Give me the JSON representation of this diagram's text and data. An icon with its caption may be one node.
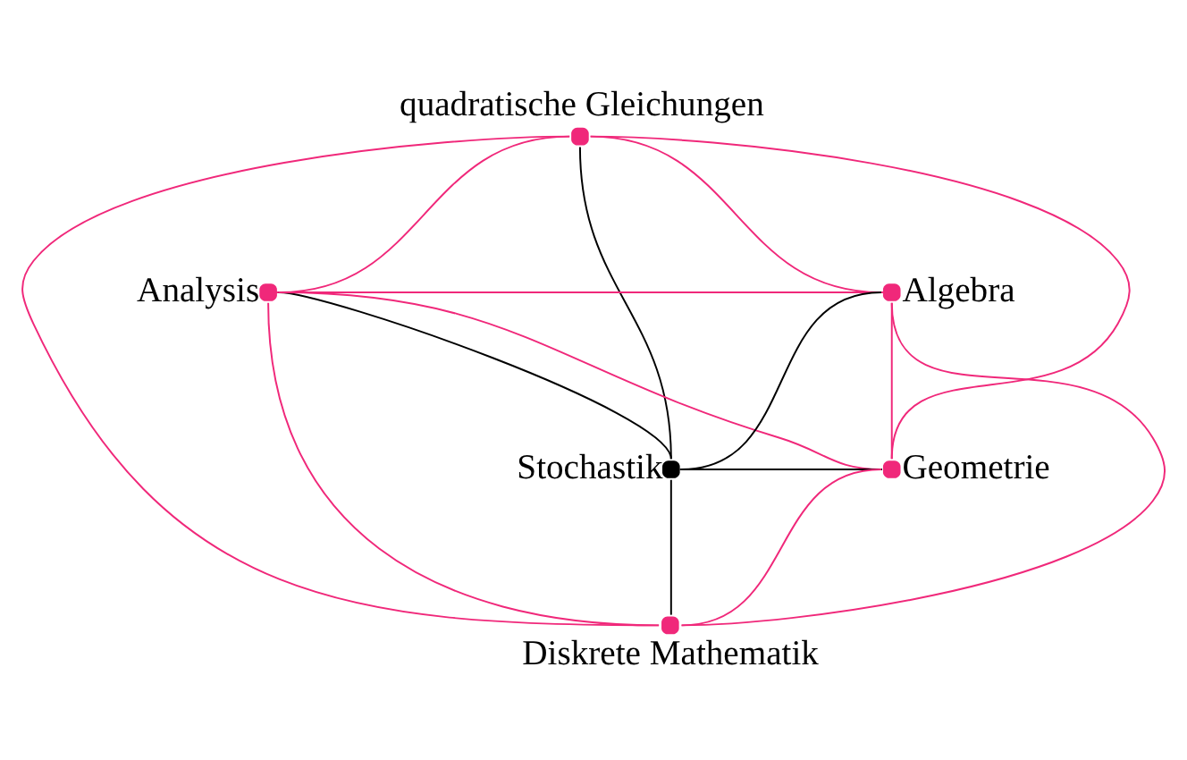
{
  "diagram": {
    "nodes": [
      {
        "text": [],
        "shape": "circle",
        "beside": [
          "quadratische Gleichungen"
        ]
      },
      {
        "text": [],
        "shape": "circle",
        "beside": [
          "Analysis"
        ]
      },
      {
        "text": [],
        "shape": "circle",
        "beside": [
          "Algebra"
        ]
      },
      {
        "text": [],
        "shape": "circle",
        "beside": [
          "Stochastik"
        ]
      },
      {
        "text": [],
        "shape": "circle",
        "beside": [
          "Geometrie"
        ]
      },
      {
        "text": [],
        "shape": "circle",
        "beside": [
          "Diskrete Mathematik"
        ]
      }
    ],
    "edges": [
      {
        "from": 0,
        "to": 3,
        "arrow": "none",
        "color": "#000000"
      },
      {
        "from": 0,
        "to": 1,
        "arrow": "none"
      },
      {
        "from": 0,
        "to": 5,
        "arrow": "none"
      },
      {
        "from": 0,
        "to": 4,
        "arrow": "none"
      },
      {
        "from": 0,
        "to": 2,
        "arrow": "none"
      },
      {
        "from": 1,
        "to": 2,
        "arrow": "none"
      },
      {
        "from": 1,
        "to": 4,
        "arrow": "none"
      },
      {
        "from": 1,
        "to": 5,
        "arrow": "none"
      },
      {
        "from": 1,
        "to": 3,
        "arrow": "none",
        "color": "#000000"
      },
      {
        "from": 2,
        "to": 3,
        "arrow": "none",
        "color": "#000000"
      },
      {
        "from": 2,
        "to": 5,
        "arrow": "none"
      },
      {
        "from": 2,
        "to": 4,
        "arrow": "none"
      },
      {
        "from": 3,
        "to": 4,
        "arrow": "none",
        "color": "#000000"
      },
      {
        "from": 3,
        "to": 5,
        "arrow": "none",
        "color": "#000000"
      },
      {
        "from": 5,
        "to": 4,
        "arrow": "none"
      }
    ]
  }
}
